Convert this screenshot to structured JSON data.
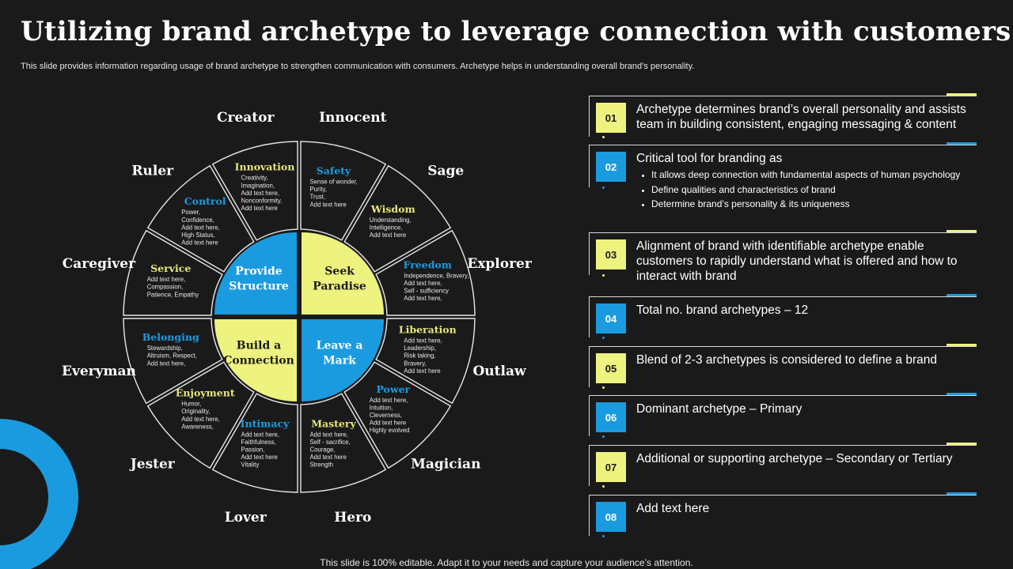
{
  "title": "Utilizing brand archetype to leverage connection with customers",
  "subtitle": "This slide provides information regarding usage of brand archetype to strengthen communication with consumers. Archetype helps in understanding overall brand’s personality.",
  "footer": "This slide is 100% editable. Adapt it to your needs and capture your audience’s attention.",
  "colors": {
    "yellow": "#eef27f",
    "blue": "#1a9be0",
    "bg": "#1a1a1a",
    "heading_gold": "#e6e87a",
    "heading_blue": "#1a9be0"
  },
  "wheel": {
    "core": [
      {
        "lines": [
          "Provide",
          "Structure"
        ],
        "fill": "blue"
      },
      {
        "lines": [
          "Seek",
          "Paradise"
        ],
        "fill": "yellow"
      },
      {
        "lines": [
          "Leave a",
          "Mark"
        ],
        "fill": "blue"
      },
      {
        "lines": [
          "Build a",
          "Connection"
        ],
        "fill": "yellow"
      }
    ],
    "segments": [
      {
        "archetype": "Innocent",
        "heading": "Safety",
        "color": "blue",
        "items": [
          "Sense of wonder,",
          "Purity,",
          "Trust,",
          "Add text here"
        ]
      },
      {
        "archetype": "Sage",
        "heading": "Wisdom",
        "color": "gold",
        "items": [
          "Understanding,",
          "Intelligence,",
          "Add text here"
        ]
      },
      {
        "archetype": "Explorer",
        "heading": "Freedom",
        "color": "blue",
        "items": [
          "Independence,   Bravery,",
          "Add text here,",
          "Self - sufficiency",
          "Add text here,"
        ]
      },
      {
        "archetype": "Outlaw",
        "heading": "Liberation",
        "color": "gold",
        "items": [
          "Add text here,",
          "Leadership,",
          "Risk taking,",
          "Bravery,",
          "Add text here"
        ]
      },
      {
        "archetype": "Magician",
        "heading": "Power",
        "color": "blue",
        "items": [
          "Add text here,",
          "Intuition,",
          "Cleverness,",
          "Add text here",
          "Highly evolved"
        ]
      },
      {
        "archetype": "Hero",
        "heading": "Mastery",
        "color": "gold",
        "items": [
          "Add text here,",
          "Self - sacrifice,",
          "Courage,",
          "Add text here",
          "Strength"
        ]
      },
      {
        "archetype": "Lover",
        "heading": "Intimacy",
        "color": "blue",
        "items": [
          "Add text here,",
          "Faithfulness,",
          "Passion,",
          "Add text here",
          "Vitality"
        ]
      },
      {
        "archetype": "Jester",
        "heading": "Enjoyment",
        "color": "gold",
        "items": [
          "Humor,",
          "Originality,",
          "Add text here,",
          "Awareness,"
        ]
      },
      {
        "archetype": "Everyman",
        "heading": "Belonging",
        "color": "blue",
        "items": [
          "Stewardship,",
          "Altruism, Respect,",
          "Add text here,"
        ]
      },
      {
        "archetype": "Caregiver",
        "heading": "Service",
        "color": "gold",
        "items": [
          "Add text here,",
          "Compassion,",
          "Patience,  Empathy"
        ]
      },
      {
        "archetype": "Ruler",
        "heading": "Control",
        "color": "blue",
        "items": [
          "Power,",
          "Confidence,",
          "Add text here,",
          "High Status,",
          "Add text here"
        ]
      },
      {
        "archetype": "Creator",
        "heading": "Innovation",
        "color": "gold",
        "items": [
          "Creativity,",
          "Imagination,",
          "Add text here,",
          "Nonconformity,",
          "Add text here"
        ]
      }
    ]
  },
  "points": [
    {
      "number": "01",
      "color": "yellow",
      "text": "Archetype determines brand’s overall personality and assists team in building consistent, engaging messaging & content"
    },
    {
      "number": "02",
      "color": "blue",
      "text": "Critical tool for branding as",
      "bullets": [
        "It allows deep connection with fundamental aspects of human psychology",
        "Define qualities and characteristics of brand",
        "Determine brand’s personality & its uniqueness"
      ]
    },
    {
      "number": "03",
      "color": "yellow",
      "text": "Alignment of brand with identifiable archetype enable customers to rapidly understand what is offered and how to interact with brand"
    },
    {
      "number": "04",
      "color": "blue",
      "text": "Total no. brand archetypes – 12"
    },
    {
      "number": "05",
      "color": "yellow",
      "text": "Blend of 2-3 archetypes is considered to define a brand"
    },
    {
      "number": "06",
      "color": "blue",
      "text": "Dominant archetype – Primary"
    },
    {
      "number": "07",
      "color": "yellow",
      "text": "Additional or supporting archetype – Secondary or Tertiary"
    },
    {
      "number": "08",
      "color": "blue",
      "text": "Add text here"
    }
  ]
}
